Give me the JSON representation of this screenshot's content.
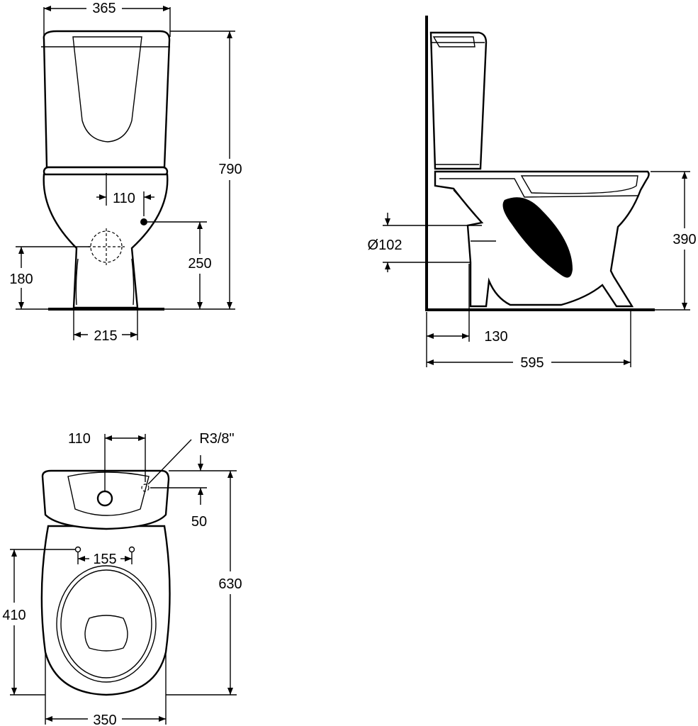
{
  "front_view": {
    "dims": {
      "width_top": "365",
      "height_total": "790",
      "inlet_offset": "110",
      "inlet_height": "250",
      "outlet_height": "180",
      "base_width": "215"
    }
  },
  "side_view": {
    "dims": {
      "outlet_diameter": "Ø102",
      "bowl_height": "390",
      "outlet_from_wall": "130",
      "depth": "595"
    }
  },
  "top_view": {
    "dims": {
      "inlet_offset": "110",
      "thread": "R3/8\"",
      "inlet_depth": "50",
      "fixing_spacing": "155",
      "length_total": "630",
      "fixing_depth": "410",
      "width": "350"
    }
  }
}
